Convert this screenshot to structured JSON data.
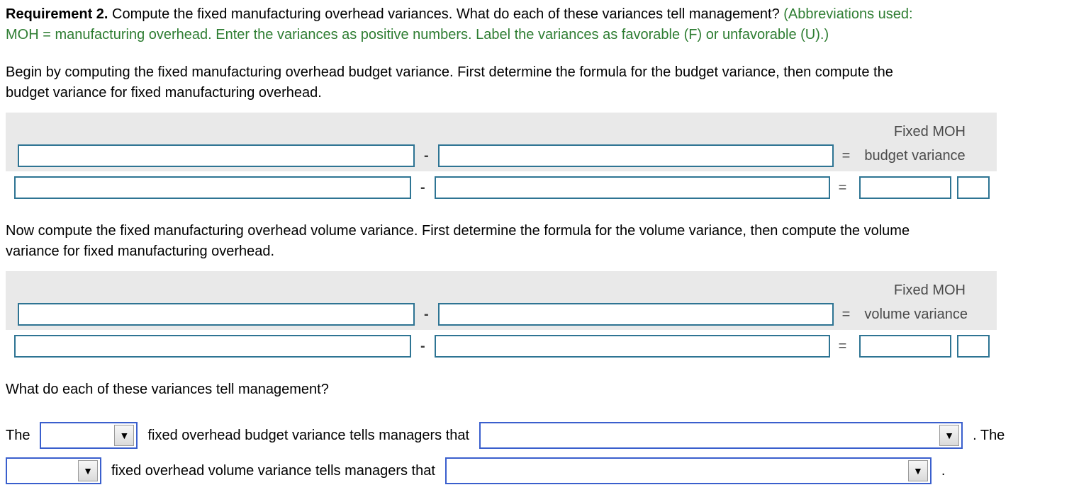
{
  "requirement": {
    "bold": "Requirement 2.",
    "line1_black": " Compute the fixed manufacturing overhead variances. What do each of these variances tell management? ",
    "line1_green": "(Abbreviations used:",
    "line2_green": "MOH = manufacturing overhead. Enter the variances as positive numbers. Label the variances as favorable (F) or unfavorable (U).)"
  },
  "operators": {
    "minus": "-",
    "equals": "="
  },
  "icons": {
    "dropdown_arrow": "▼"
  },
  "colors": {
    "instruction_green": "#2e7d32",
    "input_border_teal": "#2e7493",
    "select_border_blue": "#3a5fcd",
    "panel_gray": "#e9e9e9",
    "label_gray": "#4a4a4a"
  },
  "sections": [
    {
      "intro_line1": "Begin by computing the fixed manufacturing overhead budget variance. First determine the formula for the budget variance, then compute the",
      "intro_line2": "budget variance for fixed manufacturing overhead.",
      "header_label": "Fixed MOH",
      "result_label": "budget variance"
    },
    {
      "intro_line1": "Now compute the fixed manufacturing overhead volume variance. First determine the formula for the volume variance, then compute the volume",
      "intro_line2": "variance for fixed manufacturing overhead.",
      "header_label": "Fixed MOH",
      "result_label": "volume variance"
    }
  ],
  "question": "What do each of these variances tell management?",
  "answers": [
    {
      "prefix": "The",
      "mid": "fixed overhead budget variance tells managers that",
      "suffix": ". The"
    },
    {
      "mid": "fixed overhead volume variance tells managers that",
      "suffix": "."
    }
  ]
}
